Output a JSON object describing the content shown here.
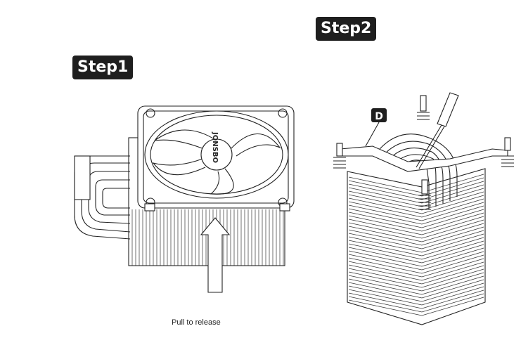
{
  "steps": {
    "step1_label": "Step1",
    "step2_label": "Step2"
  },
  "callout_d": "D",
  "fan_brand": "JONSBO",
  "caption": "Pull to release"
}
